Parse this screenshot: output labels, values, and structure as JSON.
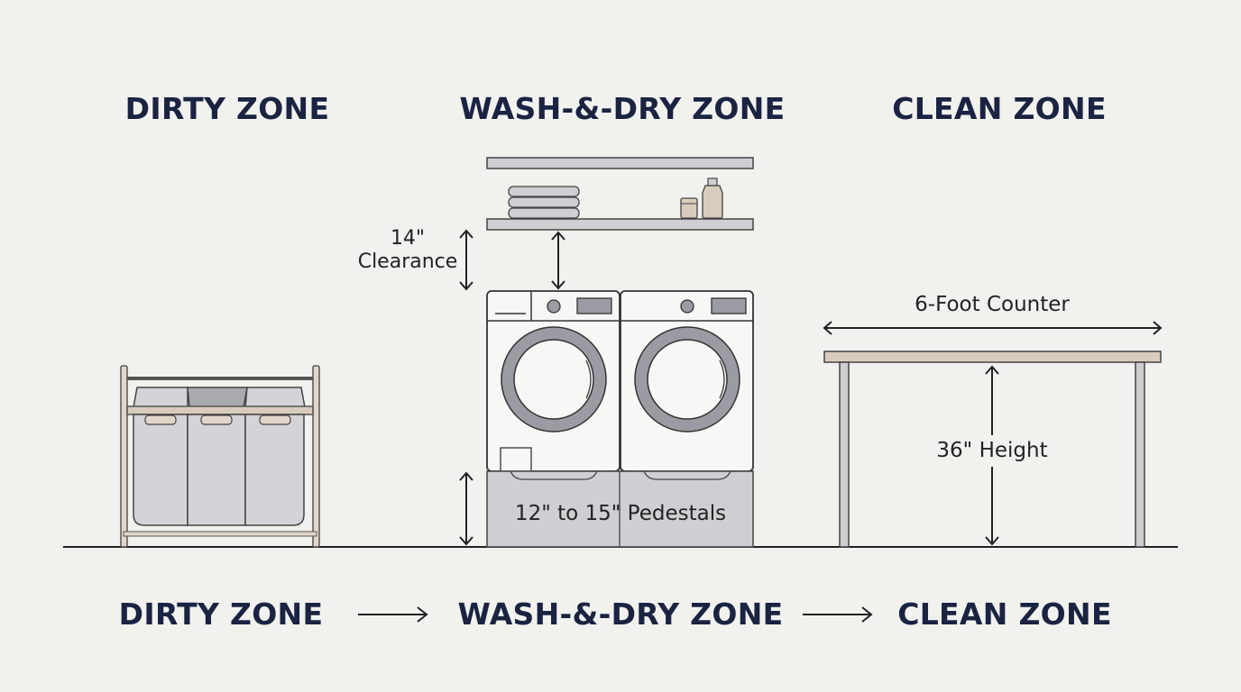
{
  "zones_top": [
    "DIRTY ZONE",
    "WASH-&-DRY ZONE",
    "CLEAN ZONE"
  ],
  "zones_bottom": [
    "DIRTY ZONE",
    "WASH-&-DRY ZONE",
    "CLEAN ZONE"
  ],
  "labels": {
    "clearance_value": "14\"",
    "clearance_word": "Clearance",
    "counter_width": "6-Foot Counter",
    "counter_height": "36\" Height",
    "pedestals": "12\" to 15\" Pedestals"
  },
  "colors": {
    "background": "#f1f1ee",
    "heading": "#1b2342",
    "line": "#222222",
    "appliance_fill": "#f7f7f5",
    "gray_fill": "#cfcfd3",
    "gray_dark": "#9b9ba3",
    "wood": "#d9ccbd"
  }
}
